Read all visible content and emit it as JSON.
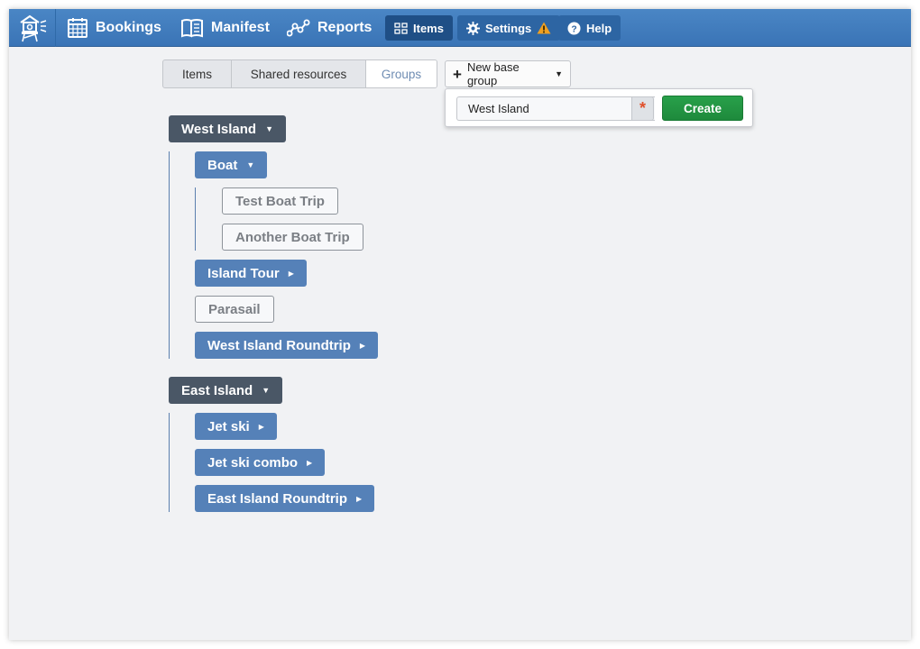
{
  "nav": {
    "bookings": "Bookings",
    "manifest": "Manifest",
    "reports": "Reports",
    "items": "Items",
    "settings": "Settings",
    "help": "Help",
    "warning_color": "#f0a020"
  },
  "tabs": [
    {
      "label": "Items"
    },
    {
      "label": "Shared resources"
    },
    {
      "label": "Groups"
    }
  ],
  "new_group": {
    "label": "New base group",
    "input_value": "West Island",
    "required_marker": "*",
    "create_label": "Create"
  },
  "tree": {
    "west": {
      "label": "West Island",
      "boat": {
        "label": "Boat",
        "items": [
          "Test Boat Trip",
          "Another Boat Trip"
        ]
      },
      "island_tour": "Island Tour",
      "parasail": "Parasail",
      "roundtrip": "West Island Roundtrip"
    },
    "east": {
      "label": "East Island",
      "jet_ski": "Jet ski",
      "jet_ski_combo": "Jet ski combo",
      "roundtrip": "East Island Roundtrip"
    }
  },
  "colors": {
    "topbar": "#3f7cbf",
    "base_group": "#4a5766",
    "group": "#5581b8",
    "create": "#1f8f3e"
  }
}
